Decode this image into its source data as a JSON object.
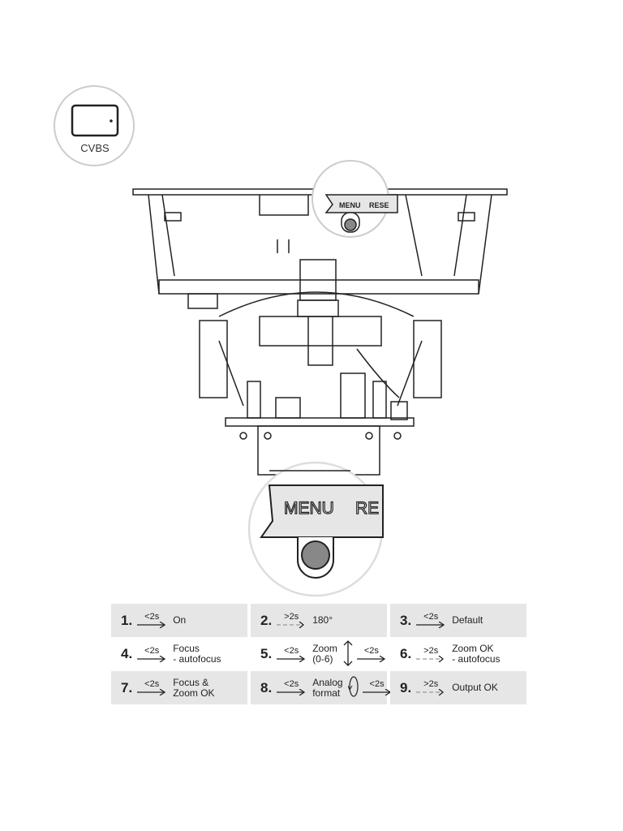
{
  "connector_label": "CVBS",
  "button_labels": {
    "menu": "MENU",
    "reset_partial": "RESE",
    "menu_zoom": "MENU",
    "reset_zoom": "RE"
  },
  "steps": [
    {
      "num": "1.",
      "time": "<2s",
      "arrow": "solid",
      "label": [
        "On"
      ]
    },
    {
      "num": "2.",
      "time": ">2s",
      "arrow": "dashed",
      "label": [
        "180°"
      ]
    },
    {
      "num": "3.",
      "time": "<2s",
      "arrow": "solid",
      "label": [
        "Default"
      ]
    },
    {
      "num": "4.",
      "time": "<2s",
      "arrow": "solid",
      "label": [
        "Focus",
        "- autofocus"
      ]
    },
    {
      "num": "5.",
      "time": "<2s",
      "arrow": "solid",
      "label": [
        "Zoom",
        "(0-6)"
      ],
      "extra_icon": "up-down-arrow-icon",
      "extra_time": "<2s"
    },
    {
      "num": "6.",
      "time": ">2s",
      "arrow": "dashed",
      "label": [
        "Zoom OK",
        "- autofocus"
      ]
    },
    {
      "num": "7.",
      "time": "<2s",
      "arrow": "solid",
      "label": [
        "Focus &",
        "Zoom OK"
      ]
    },
    {
      "num": "8.",
      "time": "<2s",
      "arrow": "solid",
      "label": [
        "Analog",
        "format"
      ],
      "extra_icon": "rotate-icon",
      "extra_time": "<2s"
    },
    {
      "num": "9.",
      "time": ">2s",
      "arrow": "dashed",
      "label": [
        "Output OK"
      ]
    }
  ]
}
